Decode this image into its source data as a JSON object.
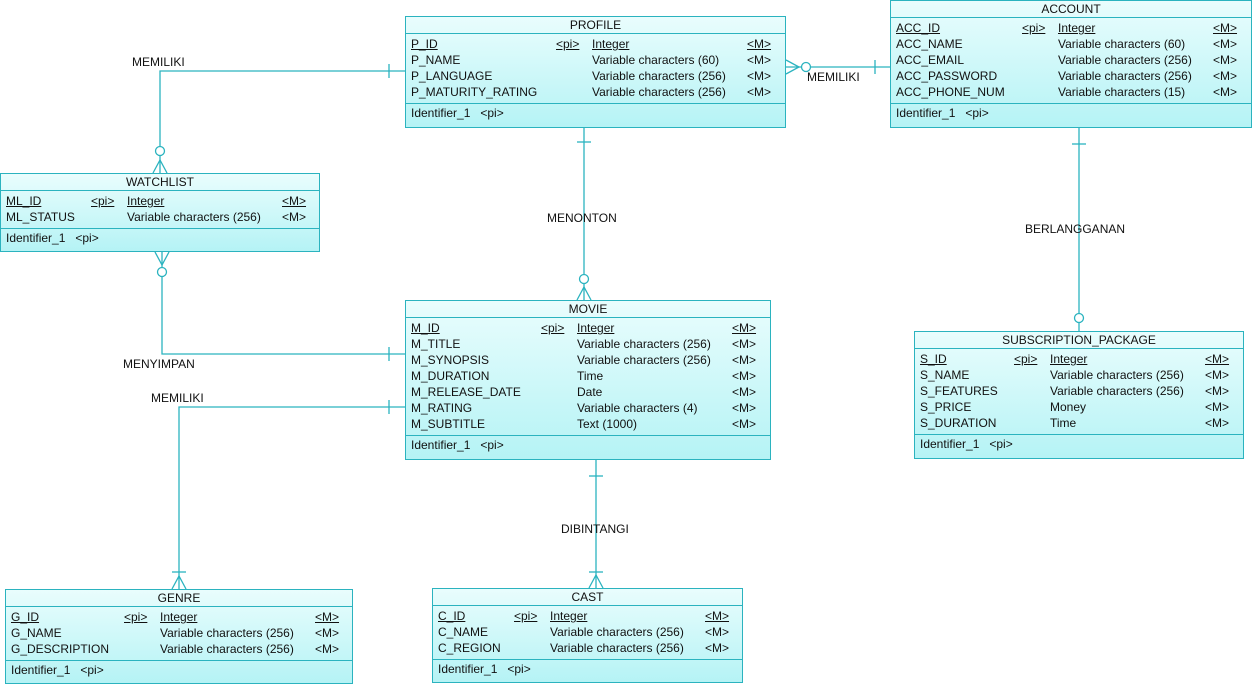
{
  "entities": {
    "profile": {
      "name": "PROFILE",
      "attributes": [
        {
          "name": "P_ID",
          "key": "<pi>",
          "type": "Integer",
          "mandatory": "<M>"
        },
        {
          "name": "P_NAME",
          "key": "",
          "type": "Variable characters (60)",
          "mandatory": "<M>"
        },
        {
          "name": "P_LANGUAGE",
          "key": "",
          "type": "Variable characters (256)",
          "mandatory": "<M>"
        },
        {
          "name": "P_MATURITY_RATING",
          "key": "",
          "type": "Variable characters (256)",
          "mandatory": "<M>"
        }
      ],
      "identifier": "Identifier_1   <pi>"
    },
    "account": {
      "name": "ACCOUNT",
      "attributes": [
        {
          "name": "ACC_ID",
          "key": "<pi>",
          "type": "Integer",
          "mandatory": "<M>"
        },
        {
          "name": "ACC_NAME",
          "key": "",
          "type": "Variable characters (60)",
          "mandatory": "<M>"
        },
        {
          "name": "ACC_EMAIL",
          "key": "",
          "type": "Variable characters (256)",
          "mandatory": "<M>"
        },
        {
          "name": "ACC_PASSWORD",
          "key": "",
          "type": "Variable characters (256)",
          "mandatory": "<M>"
        },
        {
          "name": "ACC_PHONE_NUM",
          "key": "",
          "type": "Variable characters (15)",
          "mandatory": "<M>"
        }
      ],
      "identifier": "Identifier_1   <pi>"
    },
    "watchlist": {
      "name": "WATCHLIST",
      "attributes": [
        {
          "name": "ML_ID",
          "key": "<pi>",
          "type": "Integer",
          "mandatory": "<M>"
        },
        {
          "name": "ML_STATUS",
          "key": "",
          "type": "Variable characters (256)",
          "mandatory": "<M>"
        }
      ],
      "identifier": "Identifier_1   <pi>"
    },
    "movie": {
      "name": "MOVIE",
      "attributes": [
        {
          "name": "M_ID",
          "key": "<pi>",
          "type": "Integer",
          "mandatory": "<M>"
        },
        {
          "name": "M_TITLE",
          "key": "",
          "type": "Variable characters (256)",
          "mandatory": "<M>"
        },
        {
          "name": "M_SYNOPSIS",
          "key": "",
          "type": "Variable characters (256)",
          "mandatory": "<M>"
        },
        {
          "name": "M_DURATION",
          "key": "",
          "type": "Time",
          "mandatory": "<M>"
        },
        {
          "name": "M_RELEASE_DATE",
          "key": "",
          "type": "Date",
          "mandatory": "<M>"
        },
        {
          "name": "M_RATING",
          "key": "",
          "type": "Variable characters (4)",
          "mandatory": "<M>"
        },
        {
          "name": "M_SUBTITLE",
          "key": "",
          "type": "Text (1000)",
          "mandatory": "<M>"
        }
      ],
      "identifier": "Identifier_1   <pi>"
    },
    "subscription": {
      "name": "SUBSCRIPTION_PACKAGE",
      "attributes": [
        {
          "name": "S_ID",
          "key": "<pi>",
          "type": "Integer",
          "mandatory": "<M>"
        },
        {
          "name": "S_NAME",
          "key": "",
          "type": "Variable characters (256)",
          "mandatory": "<M>"
        },
        {
          "name": "S_FEATURES",
          "key": "",
          "type": "Variable characters (256)",
          "mandatory": "<M>"
        },
        {
          "name": "S_PRICE",
          "key": "",
          "type": "Money",
          "mandatory": "<M>"
        },
        {
          "name": "S_DURATION",
          "key": "",
          "type": "Time",
          "mandatory": "<M>"
        }
      ],
      "identifier": "Identifier_1   <pi>"
    },
    "genre": {
      "name": "GENRE",
      "attributes": [
        {
          "name": "G_ID",
          "key": "<pi>",
          "type": "Integer",
          "mandatory": "<M>"
        },
        {
          "name": "G_NAME",
          "key": "",
          "type": "Variable characters (256)",
          "mandatory": "<M>"
        },
        {
          "name": "G_DESCRIPTION",
          "key": "",
          "type": "Variable characters (256)",
          "mandatory": "<M>"
        }
      ],
      "identifier": "Identifier_1   <pi>"
    },
    "cast": {
      "name": "CAST",
      "attributes": [
        {
          "name": "C_ID",
          "key": "<pi>",
          "type": "Integer",
          "mandatory": "<M>"
        },
        {
          "name": "C_NAME",
          "key": "",
          "type": "Variable characters (256)",
          "mandatory": "<M>"
        },
        {
          "name": "C_REGION",
          "key": "",
          "type": "Variable characters (256)",
          "mandatory": "<M>"
        }
      ],
      "identifier": "Identifier_1   <pi>"
    }
  },
  "relationships": {
    "profile_watchlist": "MEMILIKI",
    "account_profile": "MEMILIKI",
    "profile_movie": "MENONTON",
    "account_subscription": "BERLANGGANAN",
    "watchlist_movie": "MENYIMPAN",
    "movie_genre": "MEMILIKI",
    "movie_cast": "DIBINTANGI"
  },
  "colors": {
    "line": "#2bb3bf",
    "fill_top": "#e9fdfd",
    "fill_bottom": "#b5f3f5"
  }
}
